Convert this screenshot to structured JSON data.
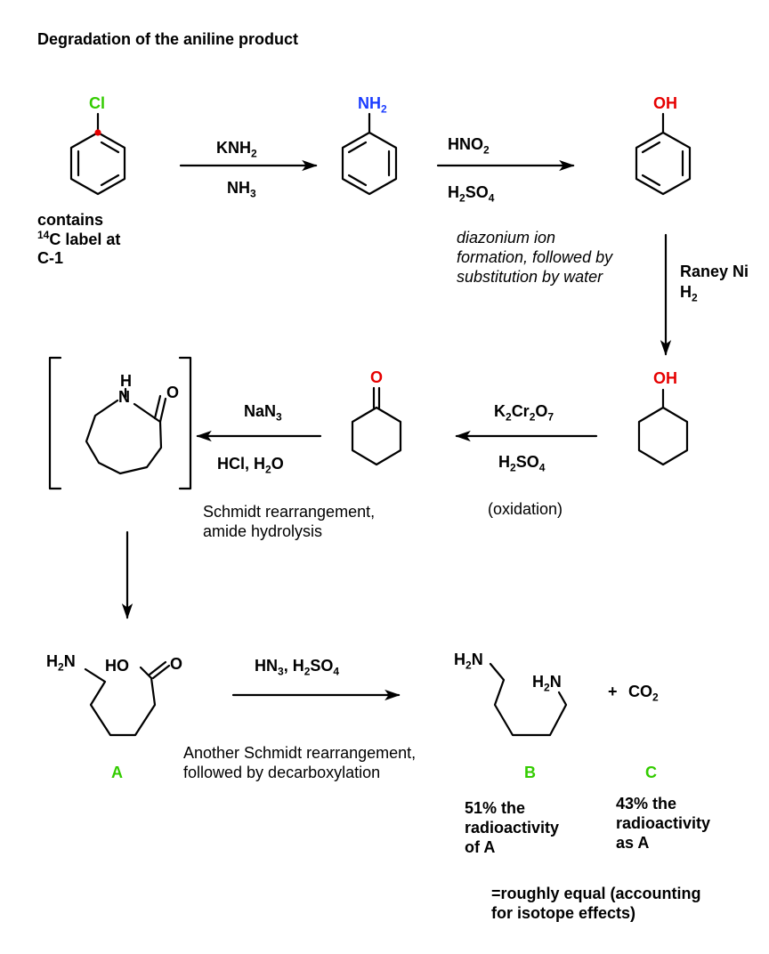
{
  "title": "Degradation of the aniline product",
  "colors": {
    "label": "#33cc00",
    "nitrogen": "#1a3cff",
    "oxygen": "#e60000",
    "chlorine": "#33cc00",
    "label_dot": "#e60000"
  },
  "molecules": {
    "chlorobenzene": {
      "substituent": "Cl",
      "note_lines": [
        "contains",
        "C label at",
        "C-1"
      ],
      "note_isotope": "14"
    },
    "aniline": {
      "substituent_main": "NH",
      "substituent_sub": "2"
    },
    "phenol": {
      "substituent": "OH"
    },
    "cyclohexanol": {
      "substituent": "OH"
    },
    "cyclohexanone": {
      "substituent": "O"
    },
    "caprolactam": {
      "h": "H",
      "n": "N",
      "o": "O"
    },
    "acid_A": {
      "amine_main": "H",
      "amine_sub": "2",
      "amine_n": "N",
      "ho": "HO",
      "o": "O",
      "label": "A"
    },
    "diamine_B": {
      "amine1_main": "H",
      "amine1_sub": "2",
      "amine1_n": "N",
      "amine2_main": "H",
      "amine2_sub": "2",
      "amine2_n": "N",
      "label": "B"
    },
    "co2_C": {
      "plus": "+",
      "co_main": "CO",
      "co_sub": "2",
      "label": "C"
    }
  },
  "reactions": {
    "r1": {
      "above_main": "KNH",
      "above_sub": "2",
      "below_main": "NH",
      "below_sub": "3"
    },
    "r2": {
      "above_main": "HNO",
      "above_sub": "2",
      "below_h": "H",
      "below_h_sub": "2",
      "below_so": "SO",
      "below_so_sub": "4",
      "note": [
        "diazonium ion",
        "formation, followed by",
        "substitution by water"
      ]
    },
    "r3": {
      "reagent1": "Raney Ni",
      "reagent2_main": "H",
      "reagent2_sub": "2"
    },
    "r4": {
      "above_k": "K",
      "above_k_sub": "2",
      "above_cr": "Cr",
      "above_cr_sub": "2",
      "above_o": "O",
      "above_o_sub": "7",
      "below_h": "H",
      "below_h_sub": "2",
      "below_so": "SO",
      "below_so_sub": "4",
      "note": "(oxidation)"
    },
    "r5": {
      "above_main": "NaN",
      "above_sub": "3",
      "below_a": "HCl, H",
      "below_sub": "2",
      "below_b": "O",
      "note": [
        "Schmidt rearrangement,",
        "amide hydrolysis"
      ]
    },
    "r7": {
      "above_a": "HN",
      "above_a_sub": "3",
      "above_b": ", H",
      "above_b_sub": "2",
      "above_c": "SO",
      "above_c_sub": "4",
      "note": [
        "Another Schmidt rearrangement,",
        "followed by decarboxylation"
      ]
    }
  },
  "results": {
    "B": [
      "51% the",
      "radioactivity",
      "of A"
    ],
    "C": [
      "43% the",
      "radioactivity",
      "as A"
    ],
    "conclusion": [
      "=roughly equal (accounting",
      "for isotope effects)"
    ]
  }
}
